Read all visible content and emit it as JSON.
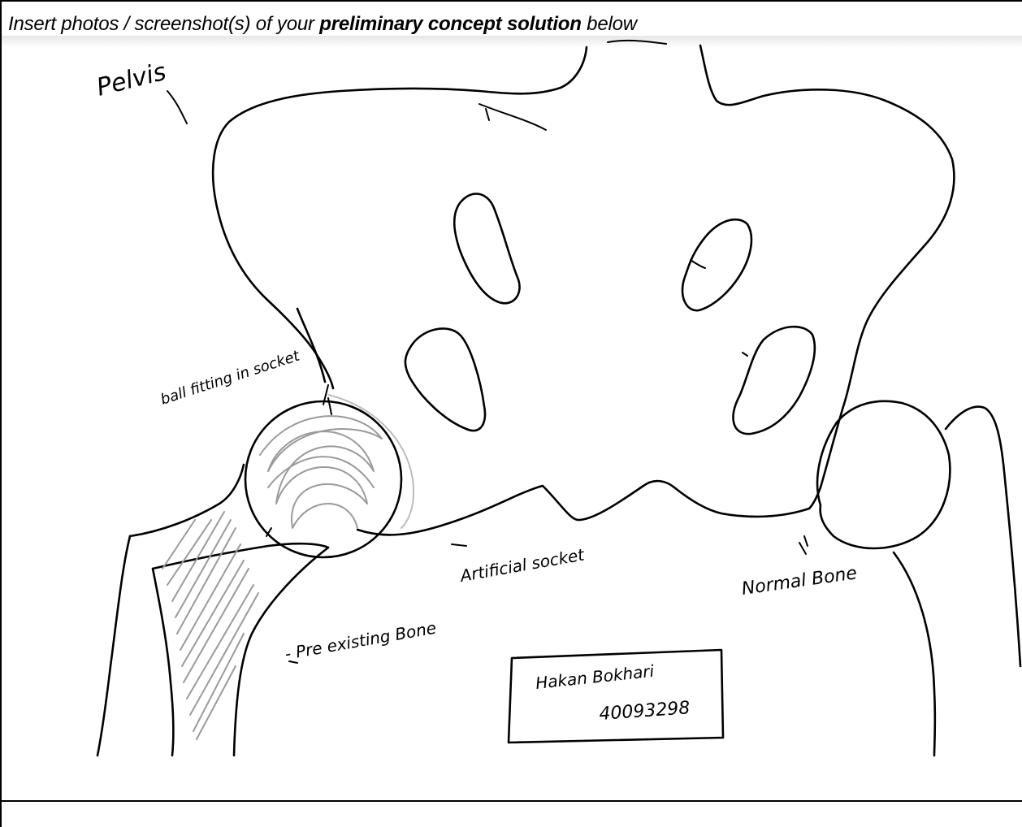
{
  "header": {
    "prefix": "Insert photos / screenshot(s) of your ",
    "bold": "preliminary concept solution",
    "suffix": " below"
  },
  "sketch": {
    "labels": {
      "pelvis": "Pelvis",
      "ball_fitting": "ball fitting in socket",
      "artificial_socket": "Artificial socket",
      "pre_existing_bone": "- Pre existing Bone",
      "normal_bone": "Normal Bone"
    },
    "name_box": {
      "name": "Hakan Bokhari",
      "id": "40093298"
    }
  }
}
